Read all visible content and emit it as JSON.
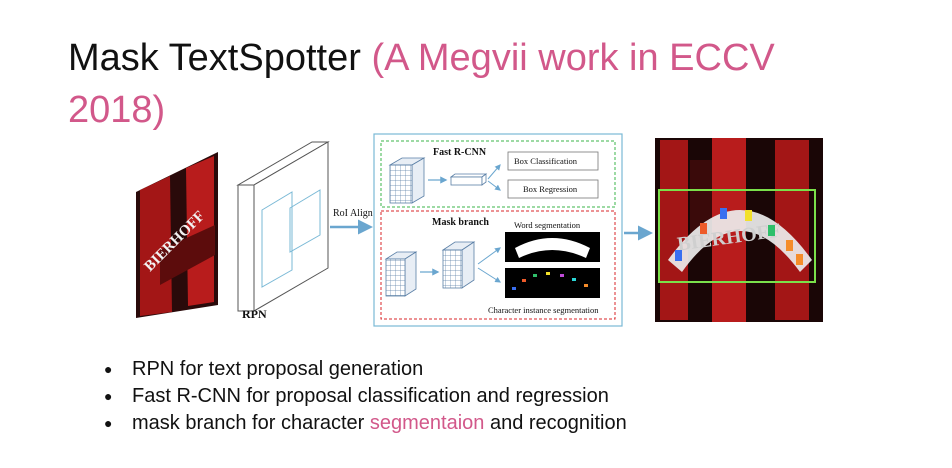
{
  "title": {
    "main": "Mask TextSpotter ",
    "accent_line1": "(A Megvii work in ECCV",
    "accent_line2": "2018)"
  },
  "diagram": {
    "rpn_label": "RPN",
    "roi_align_label": "RoI Align",
    "fast_rcnn_label": "Fast R-CNN",
    "box_classification_label": "Box Classification",
    "box_regression_label": "Box Regression",
    "mask_branch_label": "Mask branch",
    "word_segmentation_label": "Word segmentation",
    "char_segmentation_label": "Character instance segmentation",
    "input_text": "BIERHOFF",
    "output_text": "BIERHOFF"
  },
  "bullets": [
    {
      "text": "RPN for text proposal generation"
    },
    {
      "text": "Fast R-CNN for proposal classification and regression"
    },
    {
      "pre": "mask branch for character ",
      "accent": "segmentaion",
      "post": " and recognition"
    }
  ],
  "colors": {
    "accent": "#d2588a",
    "fast_rcnn_border": "#3bb54a",
    "mask_branch_border": "#d9262a",
    "outer_box": "#7ab9d6",
    "result_box": "#7be04a"
  }
}
